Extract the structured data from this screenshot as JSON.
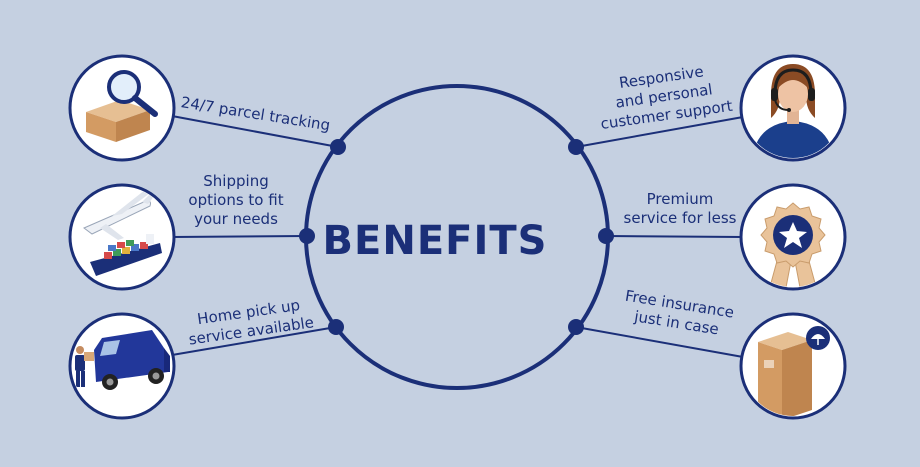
{
  "center": {
    "title": "BENEFITS"
  },
  "colors": {
    "primary": "#1b2f78",
    "background": "#c5d0e1",
    "box": "#d8a878",
    "ribbon": "#e9c39a"
  },
  "benefits": [
    {
      "id": "tracking",
      "icon": "parcel-magnifier-icon",
      "lines": [
        "24/7 parcel tracking"
      ]
    },
    {
      "id": "shipping",
      "icon": "plane-and-ship-icon",
      "lines": [
        "Shipping",
        "options to fit",
        "your needs"
      ]
    },
    {
      "id": "pickup",
      "icon": "delivery-van-icon",
      "lines": [
        "Home pick up",
        "service available"
      ]
    },
    {
      "id": "support",
      "icon": "support-agent-icon",
      "lines": [
        "Responsive",
        "and personal",
        "customer support"
      ]
    },
    {
      "id": "premium",
      "icon": "star-rosette-icon",
      "lines": [
        "Premium",
        "service for less"
      ]
    },
    {
      "id": "insurance",
      "icon": "insured-box-icon",
      "lines": [
        "Free insurance",
        "just in case"
      ]
    }
  ]
}
